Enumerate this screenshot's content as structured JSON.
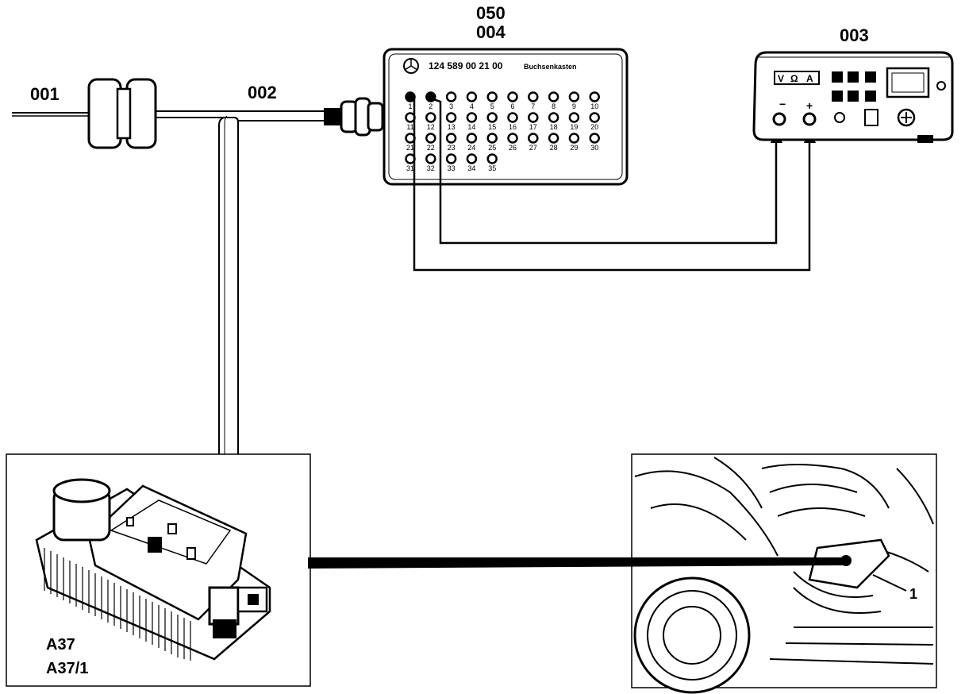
{
  "labels": {
    "adapter_cable": "001",
    "test_cable": "002",
    "socket_box_a": "050",
    "socket_box_b": "004",
    "multimeter": "003",
    "module_a": "A37",
    "module_b": "A37/1",
    "callout": "1"
  },
  "socket_box": {
    "part_number": "124 589 00 21 00",
    "caption": "Buchsenkasten",
    "pins": [
      "1",
      "2",
      "3",
      "4",
      "5",
      "6",
      "7",
      "8",
      "9",
      "10",
      "11",
      "12",
      "13",
      "14",
      "15",
      "16",
      "17",
      "18",
      "19",
      "20",
      "21",
      "22",
      "23",
      "24",
      "25",
      "26",
      "27",
      "28",
      "29",
      "30",
      "31",
      "32",
      "33",
      "34",
      "35"
    ]
  },
  "meter": {
    "mode_v": "V",
    "mode_ohm": "Ω",
    "mode_a": "A",
    "minus": "−",
    "plus": "+"
  }
}
